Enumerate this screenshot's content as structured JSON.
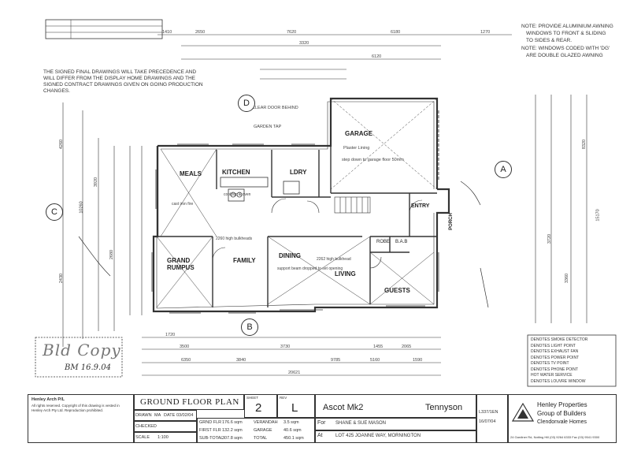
{
  "top_notes": {
    "line1": "NOTE: PROVIDE ALUMINIUM AWNING",
    "line2": "WINDOWS TO FRONT & SLIDING",
    "line3": "TO SIDES & REAR.",
    "line4": "NOTE: WINDOWS CODED WITH 'DG'",
    "line5": "ARE DOUBLE GLAZED AWNING"
  },
  "left_note": "THE SIGNED FINAL DRAWINGS WILL TAKE PRECEDENCE AND\nWILL DIFFER FROM THE DISPLAY HOME DRAWINGS AND THE\nSIGNED CONTRACT DRAWINGS GIVEN ON GOING PRODUCTION\nCHANGES.",
  "rooms": {
    "garage": "GARAGE",
    "meals": "MEALS",
    "kitchen": "KITCHEN",
    "ldry": "LDRY",
    "entry": "ENTRY",
    "porch": "PORCH",
    "grand_rumpus": "GRAND\nRUMPUS",
    "family": "FAMILY",
    "dining": "DINING",
    "living": "LIVING",
    "guests": "GUESTS",
    "robe": "robe",
    "bath": "B.A.B"
  },
  "annotations": {
    "clear_door": "CLEAR DOOR BEHIND",
    "garage_floor": "Plaster Lining",
    "garage_step": "step down to garage floor 50mm",
    "support_beam": "support beam dropped to set opening",
    "family_height": "2260 high bulkheads",
    "dining_height": "2262 high bulkhead",
    "kitchen_bench": "cooktop & oven",
    "meals_note": "cast iron fire",
    "garden_tap": "GARDEN TAP"
  },
  "section_markers": {
    "a": "A",
    "b": "B",
    "c": "C",
    "d": "D"
  },
  "dimensions": {
    "top_overall": "7620",
    "top_2": "2650",
    "top_3": "6180",
    "top_4": "6120",
    "top_5": "3320",
    "top_left": "1410",
    "top_right": "1270",
    "left_overall": "10260",
    "left_a": "4260",
    "left_b": "3920",
    "left_c": "2680",
    "left_d": "2430",
    "right_overall": "15170",
    "right_a": "8320",
    "right_b": "3720",
    "right_c": "3360",
    "bottom_overall": "20621",
    "bottom_a": "3500",
    "bottom_b": "6350",
    "bottom_c": "3840",
    "bottom_d": "3730",
    "bottom_e": "1720",
    "bottom_f": "2065",
    "bottom_g": "1590",
    "bottom_h": "1455",
    "bottom_i": "5160",
    "bottom_j": "9785"
  },
  "stamp": {
    "text": "Bld Copy",
    "sign": "BM 16.9.04"
  },
  "legend": [
    "DENOTES SMOKE DETECTOR",
    "DENOTES LIGHT POINT",
    "DENOTES EXHAUST FAN",
    "DENOTES POWER POINT",
    "DENOTES TV POINT",
    "DENOTES PHONE POINT",
    "HOT WATER SERVICE",
    "DENOTES LOUVRE WINDOW"
  ],
  "title_block": {
    "copyright_co": "Henley Arch P/L",
    "copyright_text": "All rights reserved. Copyright of this drawing is vested in Henley Arch Pty Ltd. Reproduction prohibited.",
    "drawing_title": "GROUND FLOOR PLAN",
    "sheet_label": "SHEET",
    "sheet_no": "2",
    "rev_label": "REV",
    "rev": "L",
    "drawn_label": "DRAWN",
    "drawn": "MA",
    "date_label": "DATE",
    "date": "03/02/04",
    "checked_label": "CHECKED",
    "scale_label": "SCALE",
    "scale": "1:100",
    "area_ground_label": "GRND FLR",
    "area_ground": "176.6 sqm",
    "area_first_label": "FIRST FLR",
    "area_first": "132.2 sqm",
    "area_sub_label": "SUB-TOTAL",
    "area_sub": "307.8 sqm",
    "verandah_label": "VERANDAH",
    "verandah": "3.5 sqm",
    "garage_label": "GARAGE",
    "garage": "40.6 sqm",
    "total_label": "TOTAL",
    "total": "450.1 sqm",
    "model": "Ascot Mk2",
    "facade": "Tennyson",
    "for_label": "For",
    "client": "SHANE & SUE MASON",
    "at_label": "At",
    "address": "LOT 425 JOANNE WAY, MORNINGTON",
    "ref_no": "L337/1EN",
    "date_2": "16/07/04",
    "company_line1": "Henley Properties",
    "company_line2": "Group of Builders",
    "company_line3": "Clendonvale Homes",
    "company_address": "24 Gardiner Rd, Notting Hill (03) 9264 6333 Fax (03) 9541 9300"
  }
}
